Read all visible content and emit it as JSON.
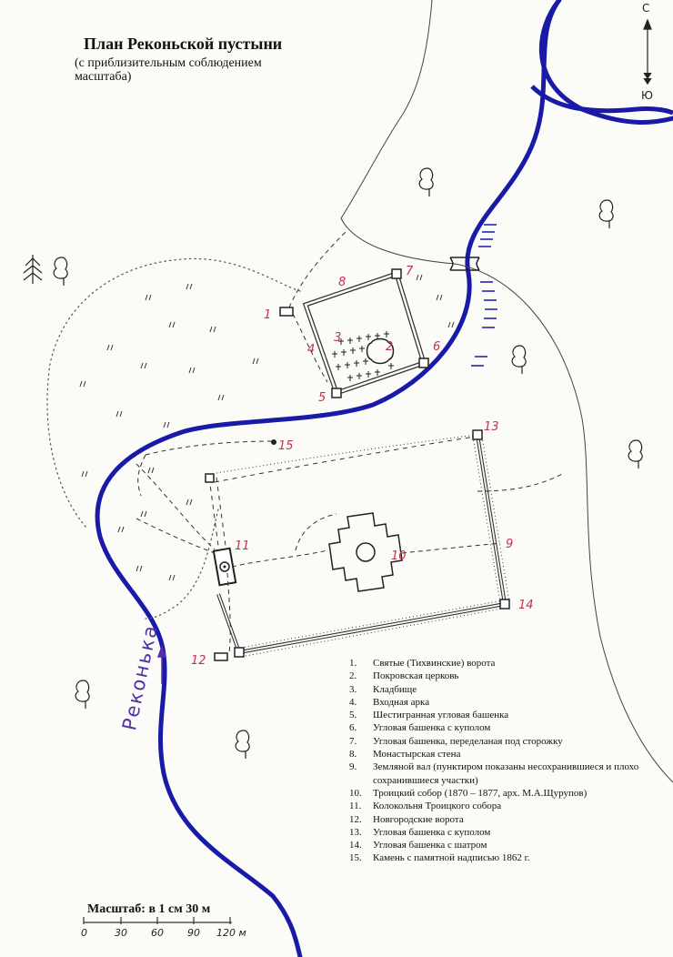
{
  "title": "План Реконьской пустыни",
  "subtitle": "(с приблизительным соблюдением масштаба)",
  "compass": {
    "north": "С",
    "south": "Ю"
  },
  "river_name": "Реконька",
  "numbers": {
    "n1": "1",
    "n2": "2",
    "n3": "3",
    "n4": "4",
    "n5": "5",
    "n6": "6",
    "n7": "7",
    "n8": "8",
    "n9": "9",
    "n10": "10",
    "n11": "11",
    "n12": "12",
    "n13": "13",
    "n14": "14",
    "n15": "15"
  },
  "legend": [
    {
      "num": "1.",
      "text": "Святые (Тихвинские) ворота"
    },
    {
      "num": "2.",
      "text": "Покровская церковь"
    },
    {
      "num": "3.",
      "text": "Кладбище"
    },
    {
      "num": "4.",
      "text": "Входная арка"
    },
    {
      "num": "5.",
      "text": "Шестигранная угловая башенка"
    },
    {
      "num": "6.",
      "text": "Угловая башенка с куполом"
    },
    {
      "num": "7.",
      "text": "Угловая башенка, переделаная под сторожку"
    },
    {
      "num": "8.",
      "text": "Монастырская стена"
    },
    {
      "num": "9.",
      "text": "Земляной вал (пунктиром показаны несохранившиеся и плохо сохранившиеся участки)"
    },
    {
      "num": "10.",
      "text": "Троицкий собор (1870 – 1877, арх. М.А.Щурупов)"
    },
    {
      "num": "11.",
      "text": "Колокольня Троицкого собора"
    },
    {
      "num": "12.",
      "text": "Новгородские ворота"
    },
    {
      "num": "13.",
      "text": "Угловая башенка с куполом"
    },
    {
      "num": "14.",
      "text": "Угловая башенка с шатром"
    },
    {
      "num": "15.",
      "text": "Камень с памятной надписью 1862 г."
    }
  ],
  "scale": {
    "title": "Масштаб: в 1 см 30 м",
    "ticks": [
      "0",
      "30",
      "60",
      "90",
      "120 м"
    ]
  },
  "colors": {
    "river": "#1a1aa8",
    "labels": "#c2334a",
    "river_name": "#5130a8",
    "ink": "#333333"
  }
}
